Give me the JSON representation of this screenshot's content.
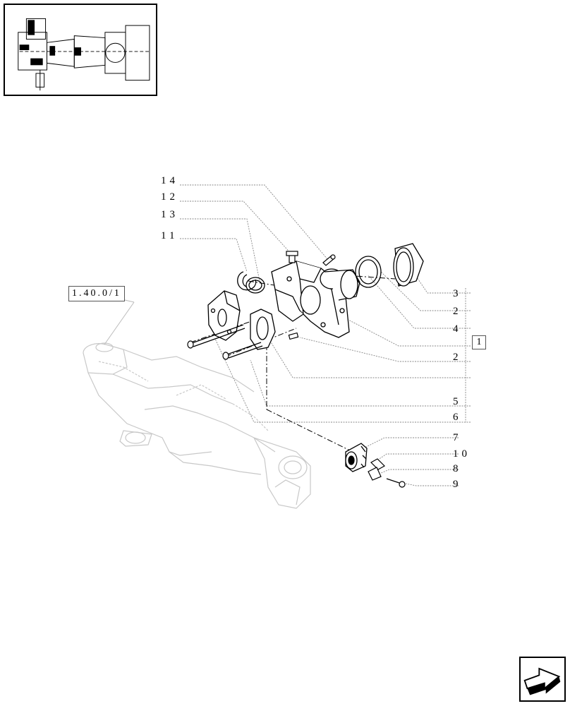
{
  "reference_label": "1.40.0/1",
  "main_part_label": "1",
  "callouts": {
    "c14": "14",
    "c12": "12",
    "c13": "13",
    "c11": "11",
    "c3": "3",
    "c2a": "2",
    "c4": "4",
    "c2b": "2",
    "c5": "5",
    "c6": "6",
    "c7": "7",
    "c10": "10",
    "c8": "8",
    "c9": "9"
  },
  "icons": {
    "thumbnail": "axle-overview-thumbnail",
    "navigation": "next-page-arrow-icon"
  }
}
